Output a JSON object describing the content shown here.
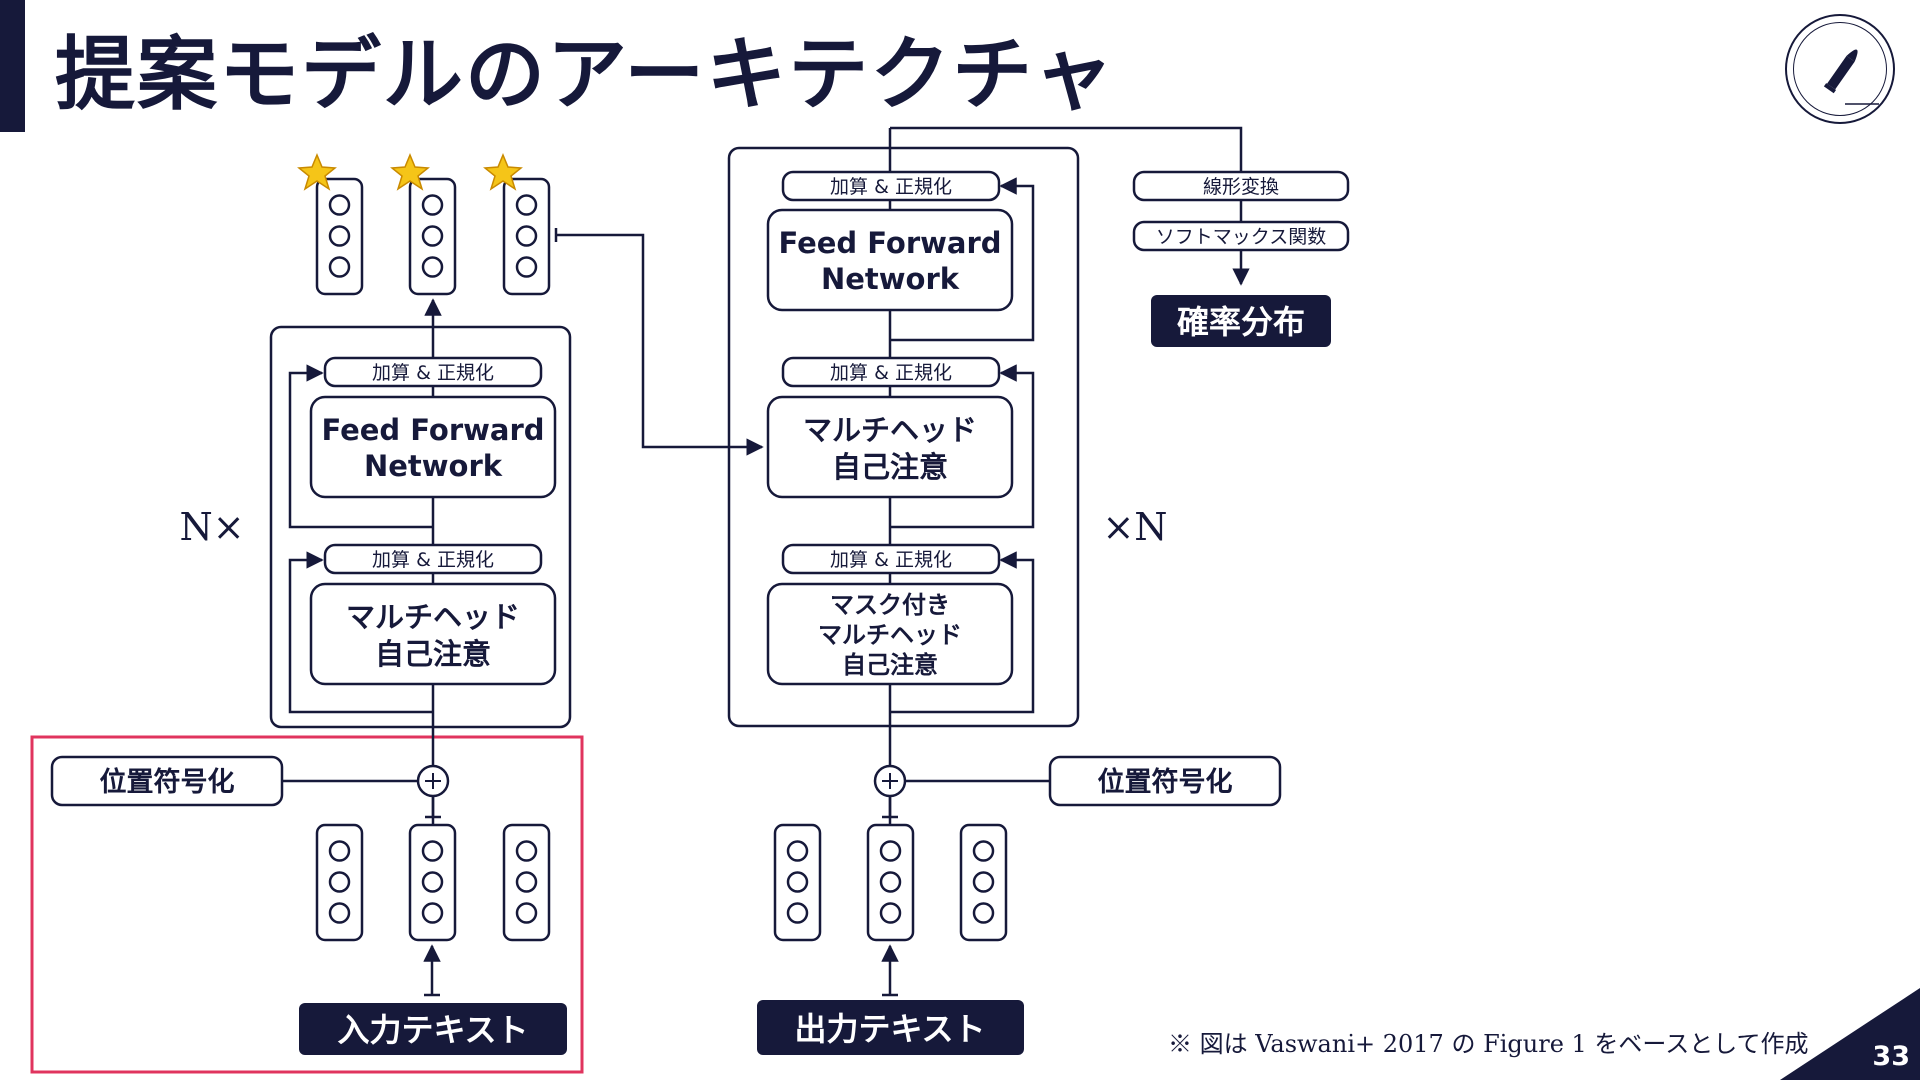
{
  "title": "提案モデルのアーキテクチャ",
  "page_number": "33",
  "footnote": "※ 図は Vaswani+ 2017 の Figure 1 をベースとして作成",
  "encoder": {
    "ffn_norm": "加算 & 正規化",
    "ffn_line1": "Feed Forward",
    "ffn_line2": "Network",
    "attn_norm": "加算 & 正規化",
    "attn_line1": "マルチヘッド",
    "attn_line2": "自己注意",
    "repeat_label": "N×",
    "positional_encoding": "位置符号化",
    "input_label": "入力テキスト"
  },
  "decoder": {
    "ffn_norm": "加算 & 正規化",
    "ffn_line1": "Feed Forward",
    "ffn_line2": "Network",
    "cross_norm": "加算 & 正規化",
    "cross_line1": "マルチヘッド",
    "cross_line2": "自己注意",
    "masked_norm": "加算 & 正規化",
    "masked_line1": "マスク付き",
    "masked_line2": "マルチヘッド",
    "masked_line3": "自己注意",
    "repeat_label": "×N",
    "positional_encoding": "位置符号化",
    "output_label": "出力テキスト"
  },
  "head": {
    "linear": "線形変換",
    "softmax": "ソフトマックス関数",
    "probability": "確率分布"
  },
  "colors": {
    "navy": "#16193a",
    "highlight": "#e0345e",
    "star": "#f5c518"
  }
}
